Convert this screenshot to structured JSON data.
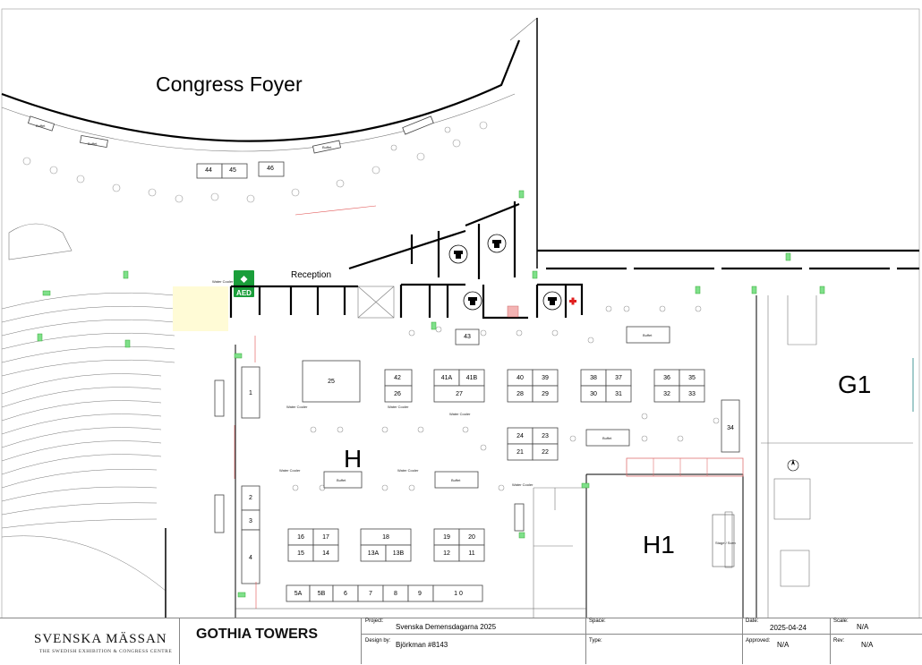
{
  "labels": {
    "congress_foyer": "Congress Foyer",
    "reception": "Reception",
    "aed": "AED",
    "hall_h": "H",
    "hall_h1": "H1",
    "hall_g1": "G1",
    "water_cooler": "Water Cooler",
    "buffet": "Buffet",
    "stage": "Stage / Scen"
  },
  "booths": {
    "b44": "44",
    "b45": "45",
    "b46": "46",
    "b43": "43",
    "b25": "25",
    "b42": "42",
    "b26": "26",
    "b41a": "41A",
    "b41b": "41B",
    "b27": "27",
    "b40": "40",
    "b39": "39",
    "b28": "28",
    "b29": "29",
    "b38": "38",
    "b37": "37",
    "b30": "30",
    "b31": "31",
    "b36": "36",
    "b35": "35",
    "b32": "32",
    "b33": "33",
    "b34": "34",
    "b1": "1",
    "b24": "24",
    "b23": "23",
    "b21": "21",
    "b22": "22",
    "b2": "2",
    "b3": "3",
    "b4": "4",
    "b16": "16",
    "b17": "17",
    "b15": "15",
    "b14": "14",
    "b18": "18",
    "b13a": "13A",
    "b13b": "13B",
    "b19": "19",
    "b20": "20",
    "b12": "12",
    "b11": "11",
    "b5a": "5A",
    "b5b": "5B",
    "b6": "6",
    "b7": "7",
    "b8": "8",
    "b9": "9",
    "b10": "1 0"
  },
  "title_block": {
    "logo_main": "SVENSKA MÄSSAN",
    "logo_sub": "THE SWEDISH EXHIBITION & CONGRESS CENTRE",
    "logo_hotel": "GOTHIA TOWERS",
    "project_label": "Project:",
    "project_value": "Svenska Demensdagarna 2025",
    "designby_label": "Design by:",
    "designby_value": "Björkman #8143",
    "space_label": "Space:",
    "type_label": "Type:",
    "date_label": "Date:",
    "date_value": "2025-04-24",
    "approved_label": "Approved:",
    "approved_value": "N/A",
    "scale_label": "Scale:",
    "scale_value": "N/A",
    "rev_label": "Rev:",
    "rev_value": "N/A"
  },
  "colors": {
    "aed_green": "#1a9e3a",
    "highlight_yellow": "#fffbd6",
    "first_aid_red": "#e02020"
  }
}
